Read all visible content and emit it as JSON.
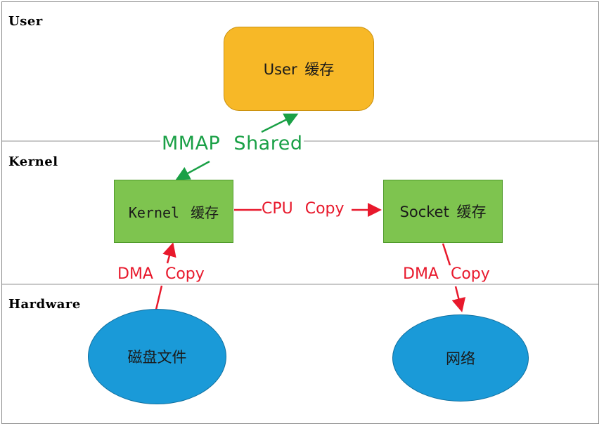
{
  "layers": {
    "user": "User",
    "kernel": "Kernel",
    "hardware": "Hardware"
  },
  "nodes": {
    "user_cache": "User 缓存",
    "kernel_cache": "Kernel 缓存",
    "socket_cache": "Socket 缓存",
    "disk_file": "磁盘文件",
    "network": "网络"
  },
  "edges": {
    "mmap": "MMAP Shared",
    "cpu_copy": "CPU Copy",
    "dma_copy_in": "DMA Copy",
    "dma_copy_out": "DMA Copy"
  },
  "colors": {
    "user_cache_fill": "#f7b827",
    "kernel_box_fill": "#7ec44f",
    "hardware_fill": "#1a9ad8",
    "mmap_arrow": "#1aa046",
    "copy_arrow": "#e8192c"
  }
}
